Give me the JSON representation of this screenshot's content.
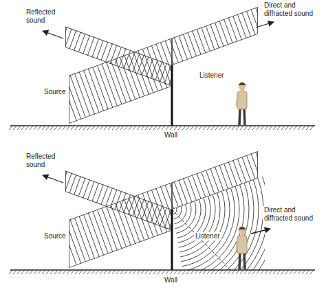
{
  "diagram": {
    "labels": [
      "Reflected sound",
      "Direct and diffracted sound",
      "Source",
      "Listener",
      "Wall",
      "Reflected sound",
      "Direct and diffracted sound",
      "Source",
      "Listener",
      "Wall"
    ]
  }
}
